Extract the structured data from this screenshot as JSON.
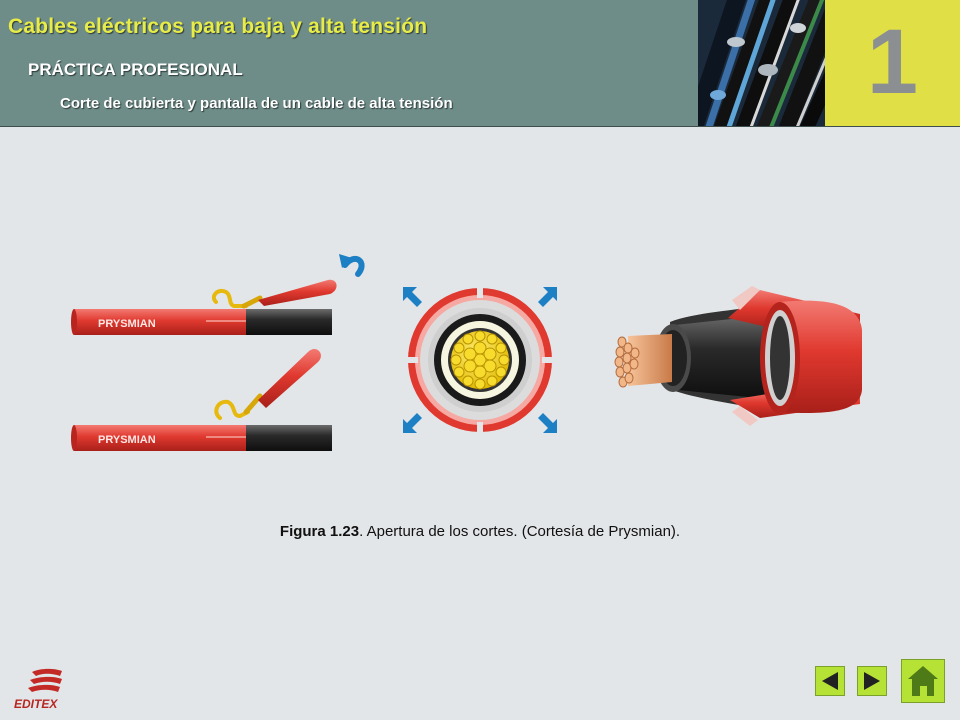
{
  "header": {
    "title": "Cables eléctricos para baja y alta tensión",
    "subtitle": "PRÁCTICA PROFESIONAL",
    "section": "Corte de cubierta y pantalla de un cable de alta tensión",
    "chapter_number": "1"
  },
  "figure": {
    "cable_label_top": "PRYSMIAN",
    "cable_label_bottom": "PRYSMIAN"
  },
  "caption": {
    "figure_ref": "Figura 1.23",
    "text": ". Apertura de los cortes. (Cortesía de Prysmian)."
  },
  "logo": {
    "text": "EDITEX"
  },
  "colors": {
    "header_bg": "#6f8d88",
    "title": "#e7ec47",
    "chapter_box": "#e0df45",
    "nav_button": "#b5e235"
  },
  "nav": {
    "prev_icon": "arrow-left-icon",
    "next_icon": "arrow-right-icon",
    "home_icon": "home-icon"
  }
}
